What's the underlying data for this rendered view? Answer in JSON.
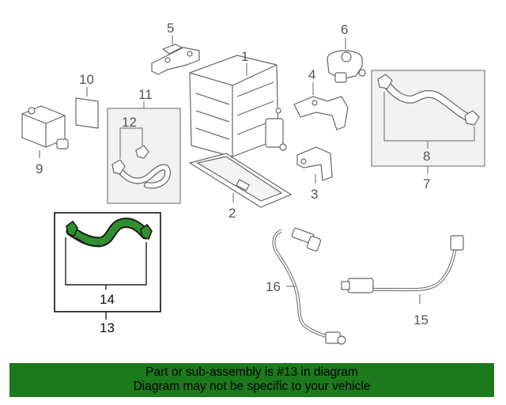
{
  "callouts": {
    "c1": "1",
    "c2": "2",
    "c3": "3",
    "c4": "4",
    "c5": "5",
    "c6": "6",
    "c7": "7",
    "c8": "8",
    "c9": "9",
    "c10": "10",
    "c11": "11",
    "c12": "12",
    "c13": "13",
    "c14": "14",
    "c15": "15",
    "c16": "16"
  },
  "banner": {
    "line1": "Part or sub-assembly is #13 in diagram",
    "line2": "Diagram may not be specific to your vehicle"
  },
  "colors": {
    "banner_bg": "#1c7a1c",
    "highlight_part": "#2f8f2f"
  }
}
